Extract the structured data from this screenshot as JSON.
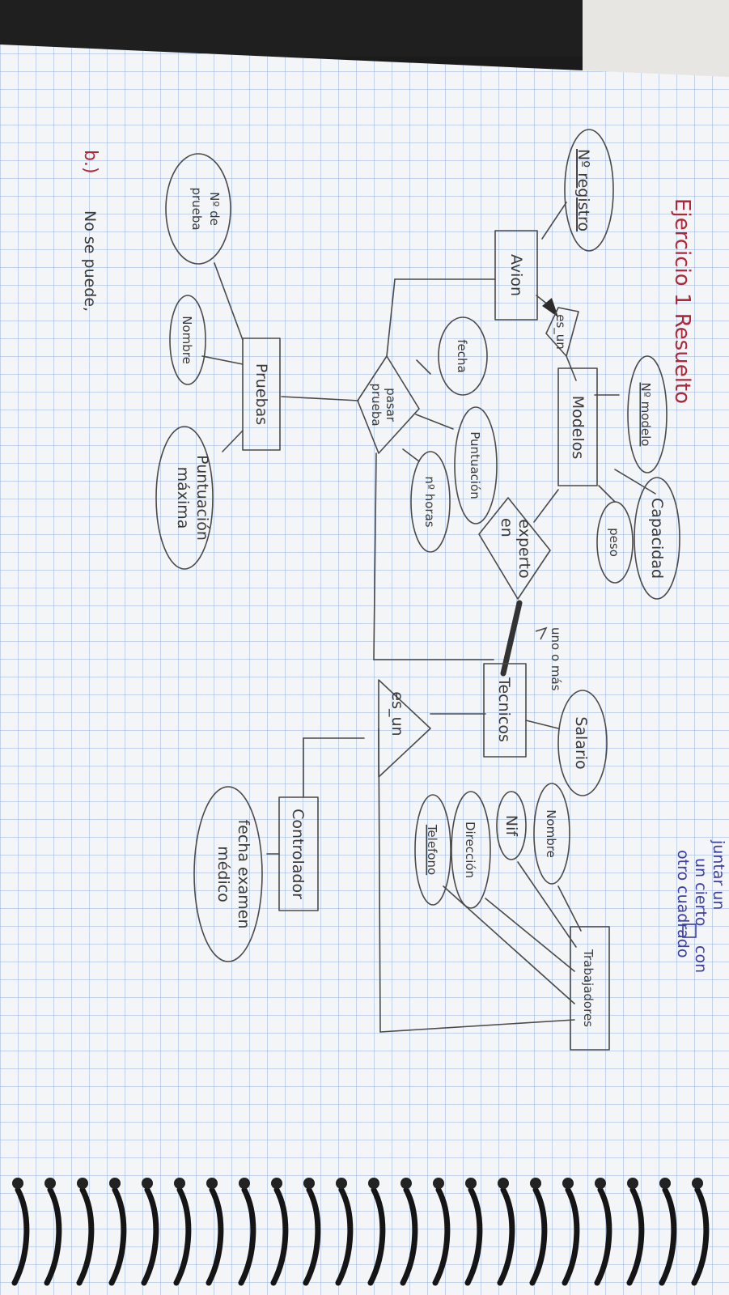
{
  "title": "Ejercicio 1 Resuelto",
  "cardinality_note": "uno o más",
  "side_note": [
    "juntar un",
    "un cierto",
    "con",
    "otro cuadrado"
  ],
  "answer_b": {
    "marker": "b.)",
    "text": "No se puede,"
  },
  "entities": {
    "avion": "Avion",
    "modelos": "Modelos",
    "pruebas": "Pruebas",
    "tecnicos": "Tecnicos",
    "trabajadores": "Trabajadores",
    "controlador": "Controlador"
  },
  "relationships": {
    "es_un_1": "es_un",
    "pasar_prueba": [
      "pasar",
      "prueba"
    ],
    "experto_en": [
      "experto",
      "en"
    ],
    "es_un_2": "es_un"
  },
  "attributes": {
    "n_registro": "Nº registro",
    "n_modelo": "Nº modelo",
    "capacidad": "Capacidad",
    "peso": "peso",
    "fecha": "fecha",
    "puntuacion": "Puntuación",
    "n_horas": "nº horas",
    "n_de_prueba": [
      "Nº de",
      "prueba"
    ],
    "nombre_prueba": "Nombre",
    "puntuacion_maxima": [
      "Puntuación",
      "máxima"
    ],
    "salario": "Salario",
    "nombre": "Nombre",
    "nif": "Nif",
    "direccion": "Dirección",
    "telefono": "Telefono",
    "fecha_examen": [
      "fecha examen",
      "médico"
    ]
  }
}
